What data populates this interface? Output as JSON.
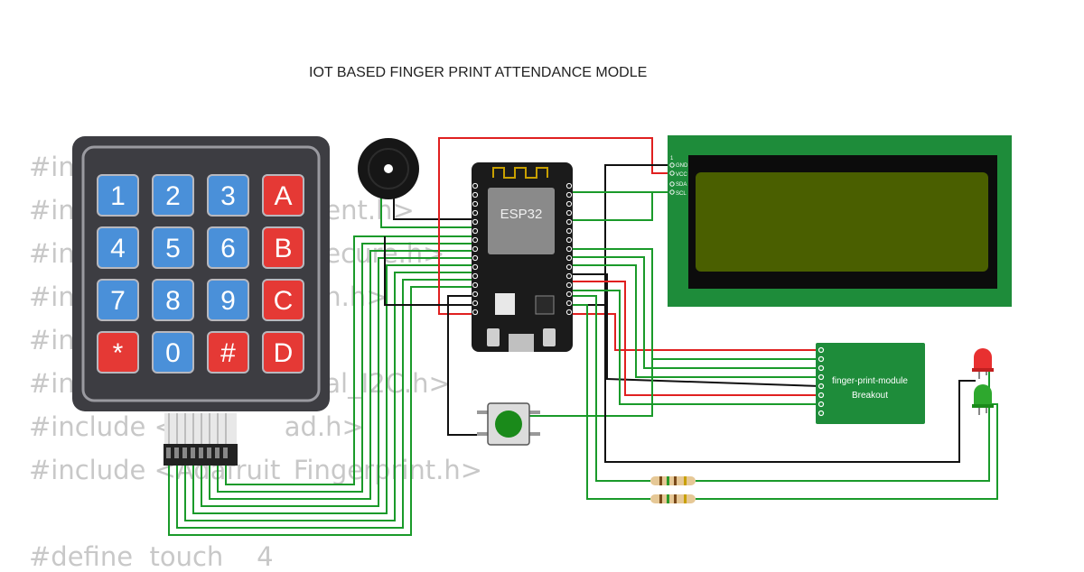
{
  "title": "IOT BASED FINGER PRINT ATTENDANCE MODLE",
  "code_lines": [
    "#in",
    "#in                              ent.h>",
    "#in                              ecure.h>",
    "#in                              h.h>",
    "#in",
    "#in                              al_I2C.h>",
    "#include <             ad.h>",
    "#include <Adafruit_Fingerprint.h>",
    "",
    "#define  touch    4"
  ],
  "keypad": {
    "keys": [
      "1",
      "2",
      "3",
      "A",
      "4",
      "5",
      "6",
      "B",
      "7",
      "8",
      "9",
      "C",
      "*",
      "0",
      "#",
      "D"
    ],
    "colors": {
      "number": "#4a90d9",
      "letter": "#e53935",
      "body": "#3d3d42"
    }
  },
  "esp32": {
    "label": "ESP32"
  },
  "lcd": {
    "pins": [
      "1",
      "GND",
      "VCC",
      "SDA",
      "SCL"
    ],
    "screen_color": "#4a5f00",
    "board_color": "#1e8c3a"
  },
  "fingerprint": {
    "label_line1": "finger-print-module",
    "label_line2": "Breakout"
  },
  "colors": {
    "wire_red": "#e02020",
    "wire_green": "#1a9a2a",
    "wire_black": "#111111"
  }
}
